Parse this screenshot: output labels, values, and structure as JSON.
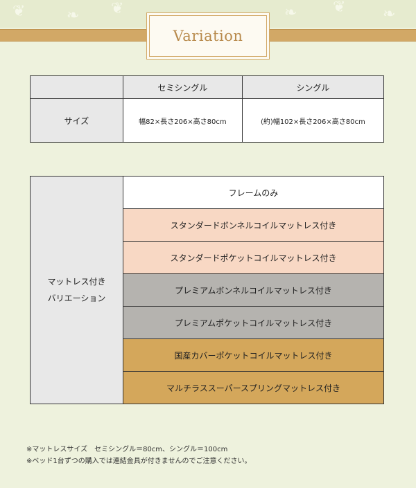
{
  "header": {
    "title": "Variation"
  },
  "size_table": {
    "columns": [
      "",
      "セミシングル",
      "シングル"
    ],
    "row_label": "サイズ",
    "values": [
      "幅82×長さ206×高さ80cm",
      "(約)幅102×長さ206×高さ80cm"
    ]
  },
  "variation_table": {
    "label_line1": "マットレス付き",
    "label_line2": "バリエーション",
    "options": [
      "フレームのみ",
      "スタンダードボンネルコイルマットレス付き",
      "スタンダードポケットコイルマットレス付き",
      "プレミアムボンネルコイルマットレス付き",
      "プレミアムポケットコイルマットレス付き",
      "国産カバーポケットコイルマットレス付き",
      "マルチラススーパースプリングマットレス付き"
    ]
  },
  "notes": [
    "※マットレスサイズ　セミシングル＝80cm、シングル＝100cm",
    "※ベッド1台ずつの購入では連結金具が付きませんのでご注意ください。"
  ],
  "colors": {
    "background": "#eef2dd",
    "stripe": "#d2a866",
    "pink_rows": "#f8d8c4",
    "gray_rows": "#b5b3af",
    "gold_rows": "#d4a75b"
  }
}
